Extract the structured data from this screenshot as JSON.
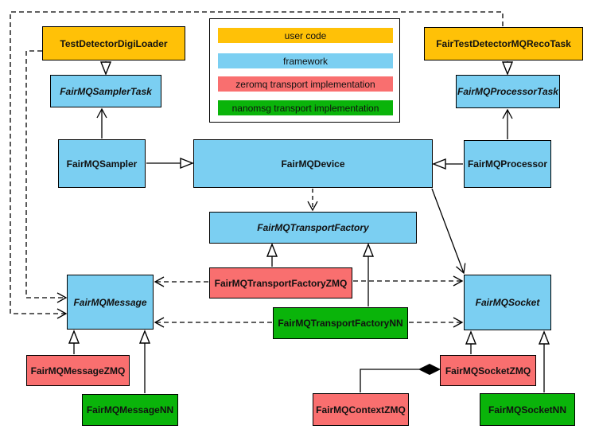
{
  "diagram": {
    "type": "uml-class-diagram",
    "nodes": {
      "digi_loader": {
        "label": "TestDetectorDigiLoader",
        "category": "user code",
        "italic": false
      },
      "sampler_task": {
        "label": "FairMQSamplerTask",
        "category": "framework",
        "italic": true
      },
      "sampler": {
        "label": "FairMQSampler",
        "category": "framework",
        "italic": false
      },
      "device": {
        "label": "FairMQDevice",
        "category": "framework",
        "italic": false
      },
      "reco_task": {
        "label": "FairTestDetectorMQRecoTask",
        "category": "user code",
        "italic": false
      },
      "processor_task": {
        "label": "FairMQProcessorTask",
        "category": "framework",
        "italic": true
      },
      "processor": {
        "label": "FairMQProcessor",
        "category": "framework",
        "italic": false
      },
      "transport_factory": {
        "label": "FairMQTransportFactory",
        "category": "framework",
        "italic": true
      },
      "transport_factory_zmq": {
        "label": "FairMQTransportFactoryZMQ",
        "category": "zeromq",
        "italic": false
      },
      "transport_factory_nn": {
        "label": "FairMQTransportFactoryNN",
        "category": "nanomsg",
        "italic": false
      },
      "message": {
        "label": "FairMQMessage",
        "category": "framework",
        "italic": true
      },
      "socket": {
        "label": "FairMQSocket",
        "category": "framework",
        "italic": true
      },
      "message_zmq": {
        "label": "FairMQMessageZMQ",
        "category": "zeromq",
        "italic": false
      },
      "message_nn": {
        "label": "FairMQMessageNN",
        "category": "nanomsg",
        "italic": false
      },
      "socket_zmq": {
        "label": "FairMQSocketZMQ",
        "category": "zeromq",
        "italic": false
      },
      "socket_nn": {
        "label": "FairMQSocketNN",
        "category": "nanomsg",
        "italic": false
      },
      "context_zmq": {
        "label": "FairMQContextZMQ",
        "category": "zeromq",
        "italic": false
      }
    },
    "legend": {
      "items": [
        {
          "label": "user code",
          "color": "#FFC107"
        },
        {
          "label": "framework",
          "color": "#7BCFF2"
        },
        {
          "label": "zeromq transport implementation",
          "color": "#F96F6F"
        },
        {
          "label": "nanomsg transport implementation",
          "color": "#0AB40A"
        }
      ]
    },
    "colors": {
      "user_code": "#FFC107",
      "framework": "#7BCFF2",
      "zeromq": "#F96F6F",
      "nanomsg": "#0AB40A",
      "line": "#000000",
      "background": "#FFFFFF"
    },
    "edges": [
      {
        "from": "TestDetectorDigiLoader",
        "to": "FairMQSamplerTask",
        "type": "inheritance"
      },
      {
        "from": "FairMQSampler",
        "to": "FairMQSamplerTask",
        "type": "association"
      },
      {
        "from": "FairMQSampler",
        "to": "FairMQDevice",
        "type": "inheritance"
      },
      {
        "from": "FairTestDetectorMQRecoTask",
        "to": "FairMQProcessorTask",
        "type": "inheritance"
      },
      {
        "from": "FairMQProcessor",
        "to": "FairMQProcessorTask",
        "type": "association"
      },
      {
        "from": "FairMQProcessor",
        "to": "FairMQDevice",
        "type": "inheritance"
      },
      {
        "from": "FairMQDevice",
        "to": "FairMQTransportFactory",
        "type": "dependency-dashed"
      },
      {
        "from": "FairMQDevice",
        "to": "FairMQSocket",
        "type": "association"
      },
      {
        "from": "FairMQTransportFactoryZMQ",
        "to": "FairMQTransportFactory",
        "type": "inheritance"
      },
      {
        "from": "FairMQTransportFactoryNN",
        "to": "FairMQTransportFactory",
        "type": "inheritance"
      },
      {
        "from": "FairMQTransportFactoryZMQ",
        "to": "FairMQMessage",
        "type": "dependency-dashed"
      },
      {
        "from": "FairMQTransportFactoryZMQ",
        "to": "FairMQSocket",
        "type": "dependency-dashed"
      },
      {
        "from": "FairMQTransportFactoryNN",
        "to": "FairMQMessage",
        "type": "dependency-dashed"
      },
      {
        "from": "FairMQTransportFactoryNN",
        "to": "FairMQSocket",
        "type": "dependency-dashed"
      },
      {
        "from": "TestDetectorDigiLoader",
        "to": "FairMQMessage",
        "type": "dependency-dashed"
      },
      {
        "from": "FairTestDetectorMQRecoTask",
        "to": "FairMQMessage",
        "type": "dependency-dashed"
      },
      {
        "from": "FairMQMessageZMQ",
        "to": "FairMQMessage",
        "type": "inheritance"
      },
      {
        "from": "FairMQMessageNN",
        "to": "FairMQMessage",
        "type": "inheritance"
      },
      {
        "from": "FairMQSocketZMQ",
        "to": "FairMQSocket",
        "type": "inheritance"
      },
      {
        "from": "FairMQSocketNN",
        "to": "FairMQSocket",
        "type": "inheritance"
      },
      {
        "from": "FairMQContextZMQ",
        "to": "FairMQSocketZMQ",
        "type": "composition"
      }
    ]
  }
}
